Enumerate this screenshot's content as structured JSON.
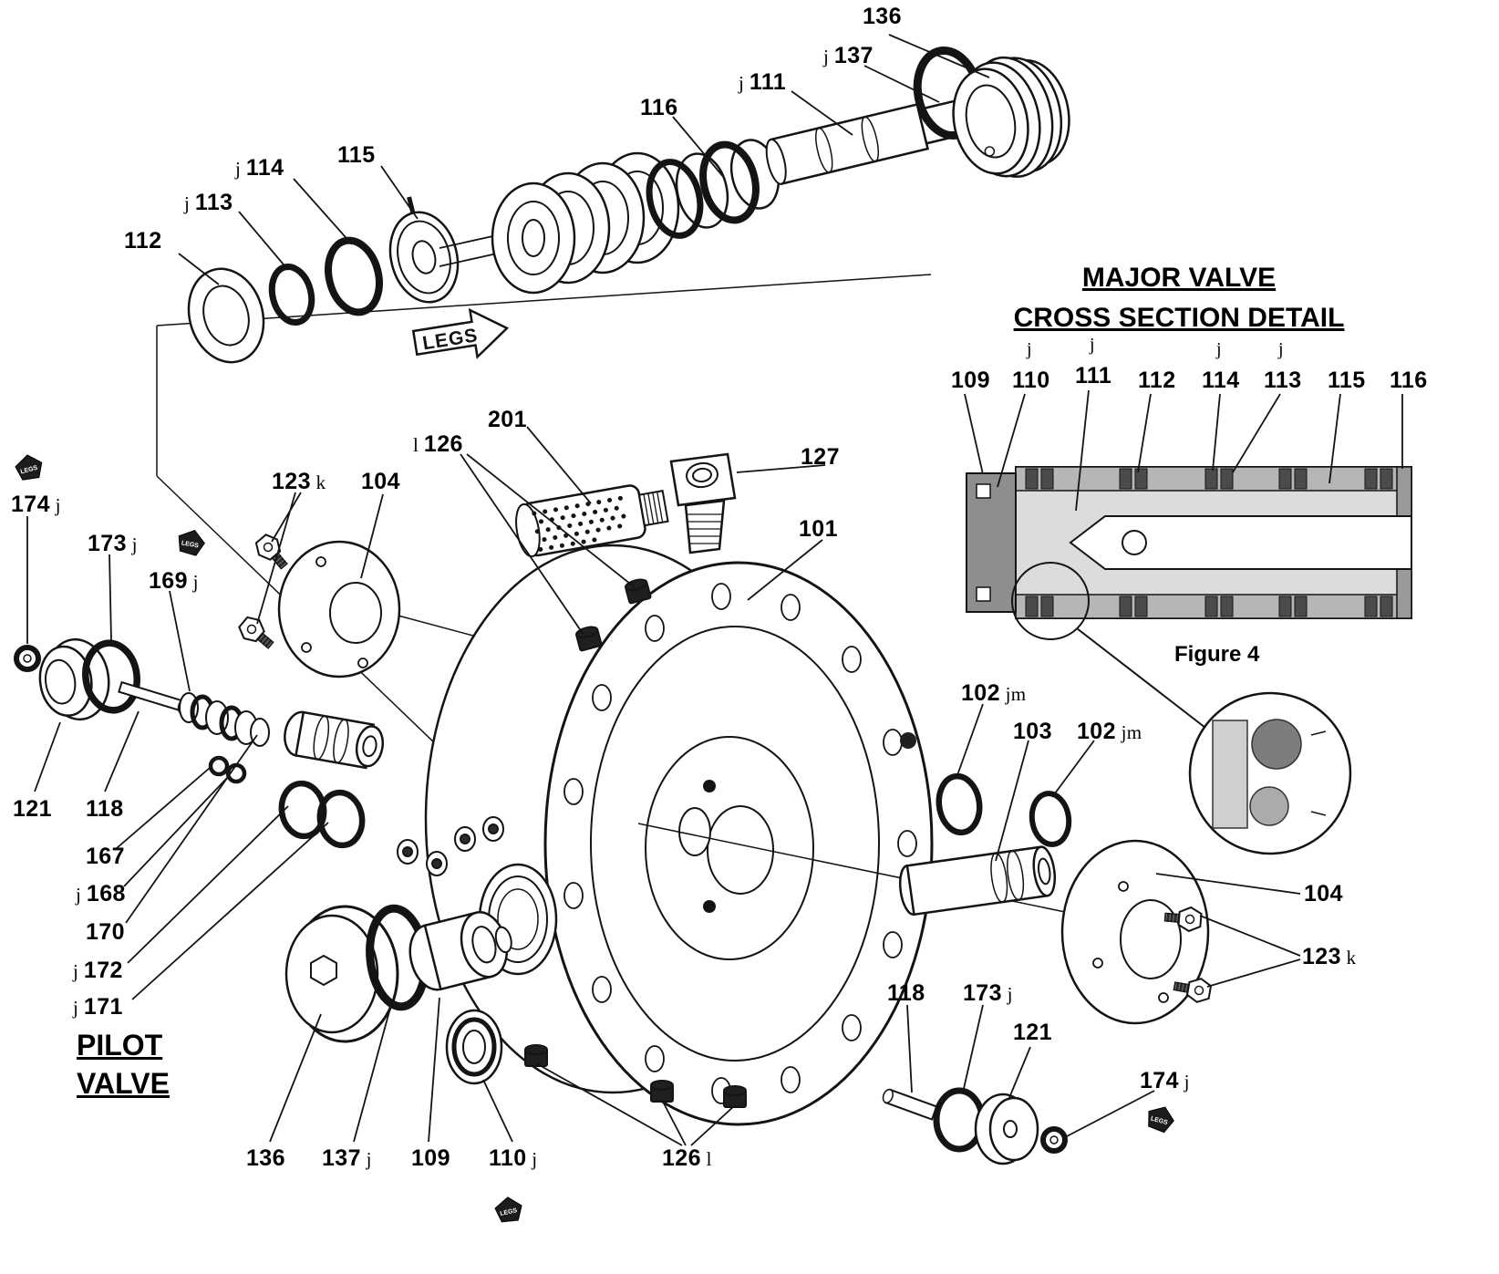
{
  "titles": {
    "major_valve_line1": "MAJOR VALVE",
    "major_valve_line2": "CROSS SECTION DETAIL",
    "figure_caption": "Figure 4",
    "pilot_line1": "PILOT",
    "pilot_line2": "VALVE",
    "legs_banner": "LEGS",
    "legs_tag": "LEGS"
  },
  "callouts": [
    {
      "pre": "",
      "num": "136",
      "post": ""
    },
    {
      "pre": "j ",
      "num": "137",
      "post": ""
    },
    {
      "pre": "j ",
      "num": "111",
      "post": ""
    },
    {
      "pre": "",
      "num": "116",
      "post": ""
    },
    {
      "pre": "",
      "num": "115",
      "post": ""
    },
    {
      "pre": "j ",
      "num": "114",
      "post": ""
    },
    {
      "pre": "j ",
      "num": "113",
      "post": ""
    },
    {
      "pre": "",
      "num": "112",
      "post": ""
    },
    {
      "pre": "",
      "num": "109",
      "post": "",
      "sup": ""
    },
    {
      "pre": "",
      "num": "110",
      "post": "",
      "sup": "j"
    },
    {
      "pre": "",
      "num": "111",
      "post": "",
      "sup": "j"
    },
    {
      "pre": "",
      "num": "112",
      "post": "",
      "sup": ""
    },
    {
      "pre": "",
      "num": "114",
      "post": "",
      "sup": "j"
    },
    {
      "pre": "",
      "num": "113",
      "post": "",
      "sup": "j"
    },
    {
      "pre": "",
      "num": "115",
      "post": "",
      "sup": ""
    },
    {
      "pre": "",
      "num": "116",
      "post": "",
      "sup": ""
    },
    {
      "pre": "",
      "num": "201",
      "post": ""
    },
    {
      "pre": "l ",
      "num": "126",
      "post": ""
    },
    {
      "pre": "",
      "num": "127",
      "post": ""
    },
    {
      "pre": "",
      "num": "101",
      "post": ""
    },
    {
      "pre": "",
      "num": "123",
      "post": " k"
    },
    {
      "pre": "",
      "num": "104",
      "post": ""
    },
    {
      "pre": "",
      "num": "174",
      "post": " j"
    },
    {
      "pre": "",
      "num": "173",
      "post": " j"
    },
    {
      "pre": "",
      "num": "169",
      "post": " j"
    },
    {
      "pre": "",
      "num": "121",
      "post": ""
    },
    {
      "pre": "",
      "num": "118",
      "post": ""
    },
    {
      "pre": "",
      "num": "167",
      "post": ""
    },
    {
      "pre": "j ",
      "num": "168",
      "post": ""
    },
    {
      "pre": "",
      "num": "170",
      "post": ""
    },
    {
      "pre": "j ",
      "num": "172",
      "post": ""
    },
    {
      "pre": "j ",
      "num": "171",
      "post": ""
    },
    {
      "pre": "",
      "num": "102",
      "post": " jm"
    },
    {
      "pre": "",
      "num": "103",
      "post": ""
    },
    {
      "pre": "",
      "num": "102",
      "post": " jm"
    },
    {
      "pre": "",
      "num": "104",
      "post": ""
    },
    {
      "pre": "",
      "num": "123",
      "post": " k"
    },
    {
      "pre": "",
      "num": "118",
      "post": ""
    },
    {
      "pre": "",
      "num": "173",
      "post": " j"
    },
    {
      "pre": "",
      "num": "121",
      "post": ""
    },
    {
      "pre": "",
      "num": "174",
      "post": " j"
    },
    {
      "pre": "",
      "num": "136",
      "post": ""
    },
    {
      "pre": "",
      "num": "137",
      "post": " j"
    },
    {
      "pre": "",
      "num": "109",
      "post": ""
    },
    {
      "pre": "",
      "num": "110",
      "post": " j"
    },
    {
      "pre": "",
      "num": "126",
      "post": " l"
    }
  ]
}
